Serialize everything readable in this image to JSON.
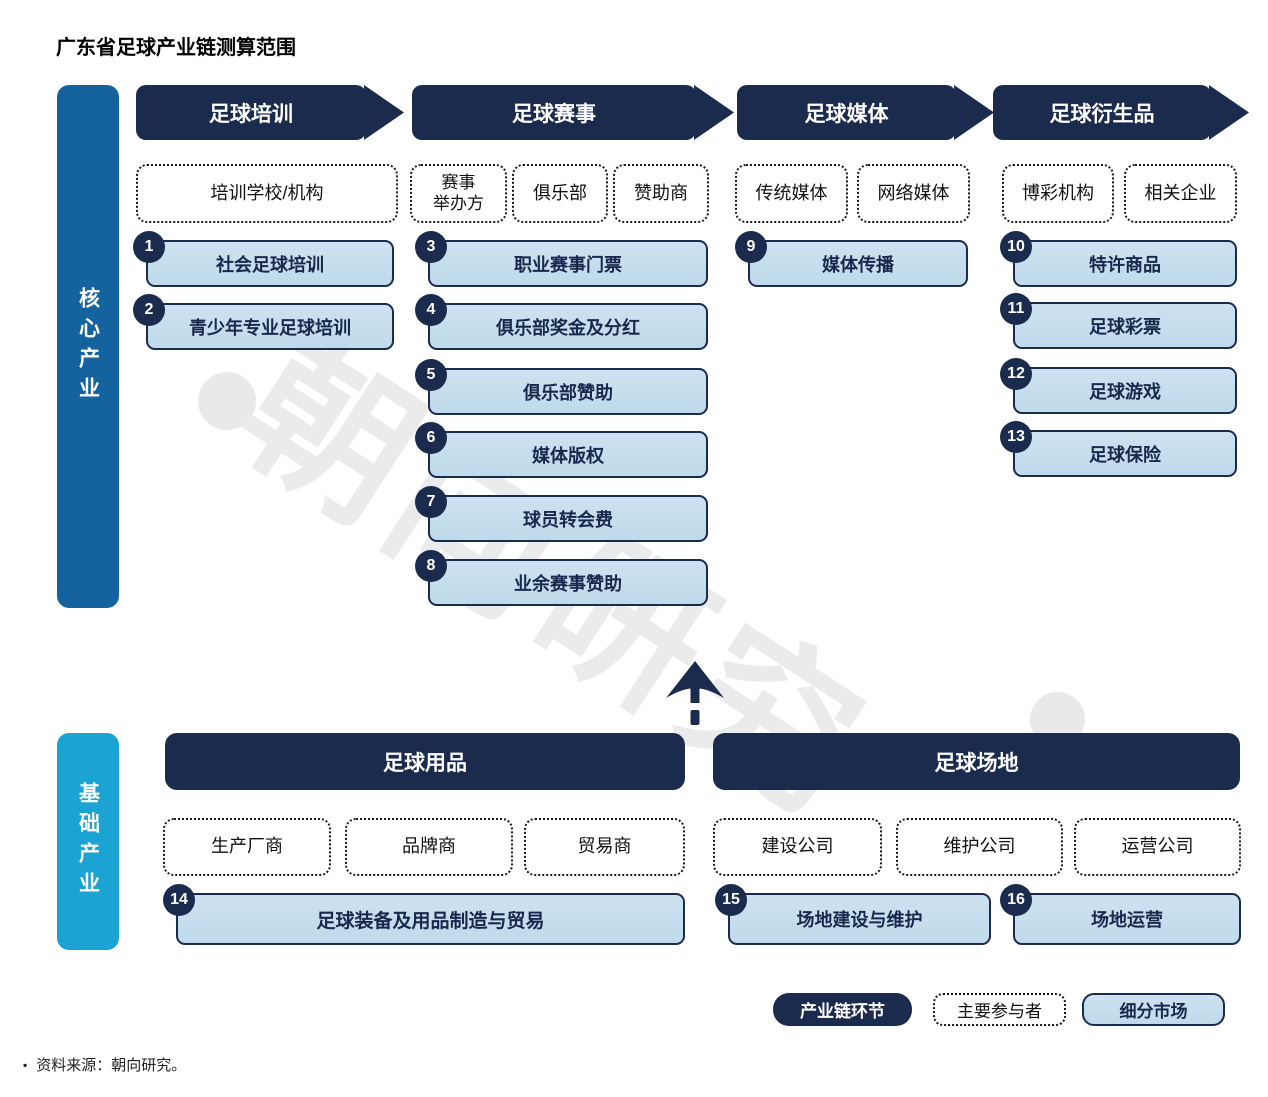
{
  "title": "广东省足球产业链测算范围",
  "watermark": {
    "text": "朝向研究"
  },
  "source": {
    "bullet": "▪",
    "text": "资料来源：朝向研究。"
  },
  "colors": {
    "navy": "#1B2B4D",
    "core_bar_blue": "#14639F",
    "base_bar_cyan": "#1BA3D3",
    "market_fill": "#C5DEEE",
    "market_border": "#1B2B4D",
    "watermark_gray": "#EAEAEA"
  },
  "core_section": {
    "side_label": "核心产业",
    "columns": [
      {
        "header": "足球培训",
        "participants": [
          {
            "label": "培训学校/机构"
          }
        ],
        "markets": [
          {
            "num": "1",
            "label": "社会足球培训"
          },
          {
            "num": "2",
            "label": "青少年专业足球培训"
          }
        ]
      },
      {
        "header": "足球赛事",
        "participants": [
          {
            "label": "赛事\n举办方"
          },
          {
            "label": "俱乐部"
          },
          {
            "label": "赞助商"
          }
        ],
        "markets": [
          {
            "num": "3",
            "label": "职业赛事门票"
          },
          {
            "num": "4",
            "label": "俱乐部奖金及分红"
          },
          {
            "num": "5",
            "label": "俱乐部赞助"
          },
          {
            "num": "6",
            "label": "媒体版权"
          },
          {
            "num": "7",
            "label": "球员转会费"
          },
          {
            "num": "8",
            "label": "业余赛事赞助"
          }
        ]
      },
      {
        "header": "足球媒体",
        "participants": [
          {
            "label": "传统媒体"
          },
          {
            "label": "网络媒体"
          }
        ],
        "markets": [
          {
            "num": "9",
            "label": "媒体传播"
          }
        ]
      },
      {
        "header": "足球衍生品",
        "participants": [
          {
            "label": "博彩机构"
          },
          {
            "label": "相关企业"
          }
        ],
        "markets": [
          {
            "num": "10",
            "label": "特许商品"
          },
          {
            "num": "11",
            "label": "足球彩票"
          },
          {
            "num": "12",
            "label": "足球游戏"
          },
          {
            "num": "13",
            "label": "足球保险"
          }
        ]
      }
    ]
  },
  "base_section": {
    "side_label": "基础产业",
    "groups": [
      {
        "header": "足球用品",
        "participants": [
          {
            "label": "生产厂商"
          },
          {
            "label": "品牌商"
          },
          {
            "label": "贸易商"
          }
        ],
        "markets": [
          {
            "num": "14",
            "label": "足球装备及用品制造与贸易"
          }
        ]
      },
      {
        "header": "足球场地",
        "participants": [
          {
            "label": "建设公司"
          },
          {
            "label": "维护公司"
          },
          {
            "label": "运营公司"
          }
        ],
        "markets": [
          {
            "num": "15",
            "label": "场地建设与维护"
          },
          {
            "num": "16",
            "label": "场地运营"
          }
        ]
      }
    ]
  },
  "legend": {
    "items": [
      {
        "label": "产业链环节"
      },
      {
        "label": "主要参与者"
      },
      {
        "label": "细分市场"
      }
    ]
  }
}
